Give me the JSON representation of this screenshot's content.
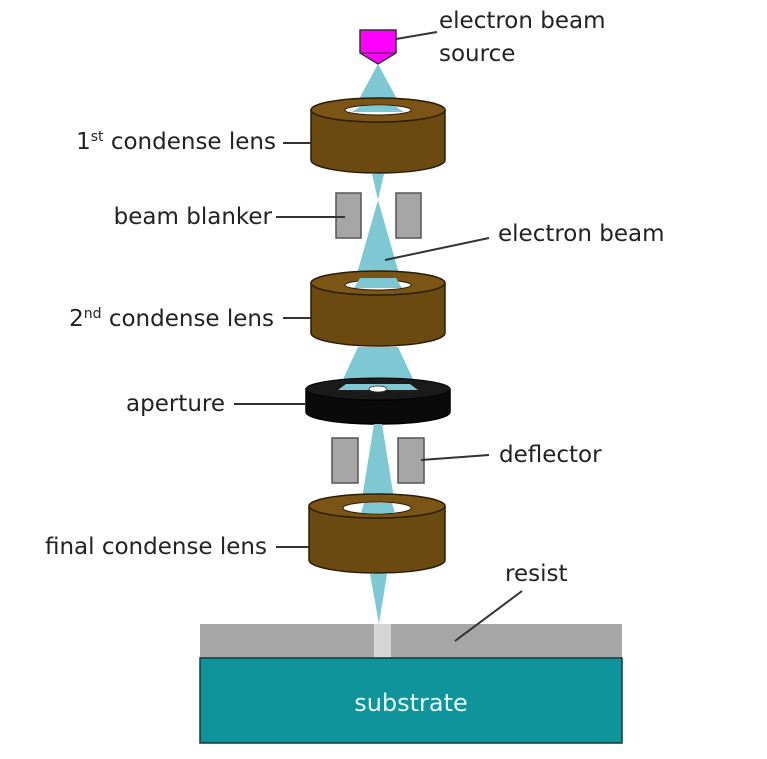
{
  "diagram": {
    "title": "Electron beam lithography column",
    "colors": {
      "source": "#ff00ff",
      "beam": "#7ec8d3",
      "lens": "#6b4a12",
      "lens_top": "#7a5516",
      "blanker": "#a6a6a6",
      "aperture": "#0a0a0a",
      "resist": "#a6a6a6",
      "resist_exposed": "#d6d6d6",
      "substrate": "#0f949c"
    },
    "labels": {
      "electron_beam_source_line1": "electron beam",
      "electron_beam_source_line2": "source",
      "condense_lens_1_num": "1",
      "condense_lens_1_sup": "st",
      "condense_lens_1_text": " condense lens",
      "beam_blanker": "beam blanker",
      "electron_beam": "electron beam",
      "condense_lens_2_num": "2",
      "condense_lens_2_sup": "nd",
      "condense_lens_2_text": " condense lens",
      "aperture": "aperture",
      "deflector": "deflector",
      "final_condense_lens": "final condense lens",
      "resist": "resist",
      "substrate": "substrate"
    }
  }
}
